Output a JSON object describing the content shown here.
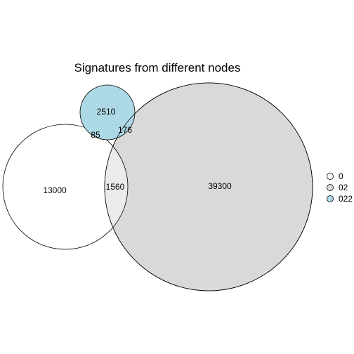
{
  "title": "Signatures from different nodes",
  "sets": [
    {
      "name": "0",
      "color": "#ffffff"
    },
    {
      "name": "02",
      "color": "#d9d9d9"
    },
    {
      "name": "022",
      "color": "#add8e6"
    }
  ],
  "regions": {
    "only_0": "13000",
    "only_02": "39300",
    "only_022": "2510",
    "0_and_02": "1560",
    "0_and_022": "85",
    "02_and_022": "176"
  },
  "colors": {
    "overlap_0_02": "#ebebeb",
    "stroke": "#000000",
    "background": "#ffffff"
  }
}
